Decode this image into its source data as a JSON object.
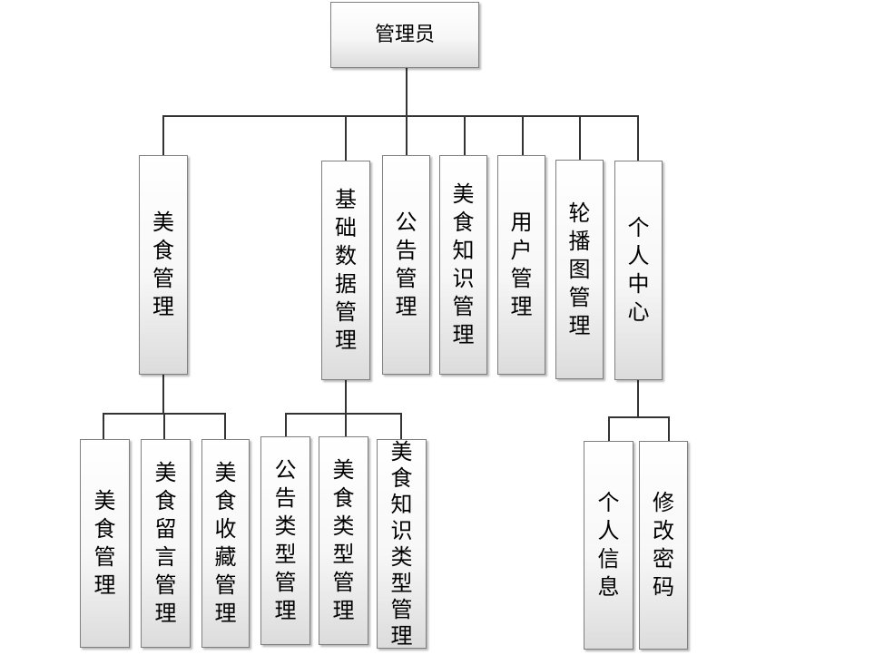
{
  "diagram": {
    "root": "管理员",
    "nodes": {
      "food_mgmt": "美食管理",
      "base_data_mgmt": "基础数据管理",
      "notice_mgmt": "公告管理",
      "food_knowledge_mgmt": "美食知识管理",
      "user_mgmt": "用户管理",
      "carousel_mgmt": "轮播图管理",
      "personal_center": "个人中心",
      "food_mgmt_sub": "美食管理",
      "food_comment_mgmt": "美食留言管理",
      "food_favorite_mgmt": "美食收藏管理",
      "notice_type_mgmt": "公告类型管理",
      "food_type_mgmt": "美食类型管理",
      "food_knowledge_type_mgmt": "美食知识类型管理",
      "personal_info": "个人信息",
      "change_password": "修改密码"
    }
  }
}
